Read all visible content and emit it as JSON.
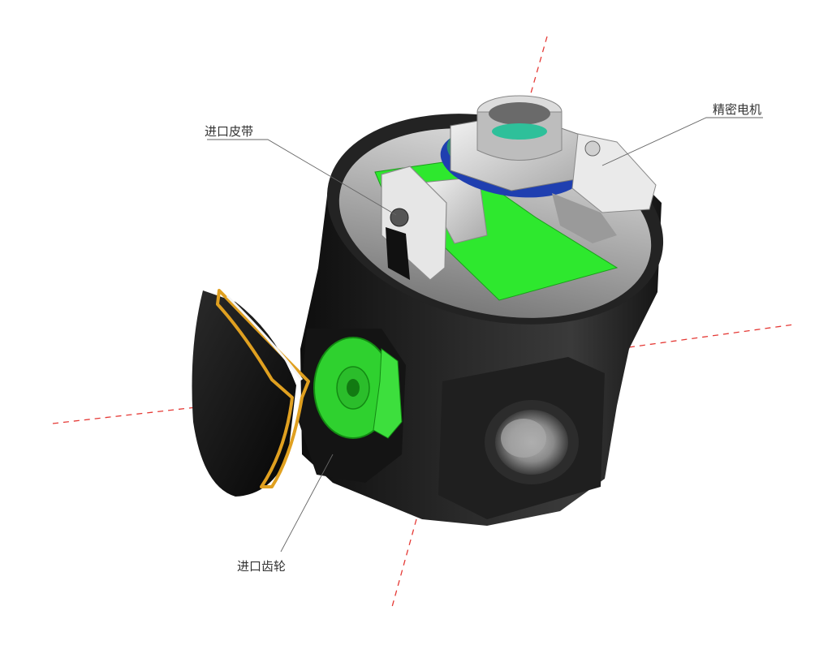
{
  "callouts": {
    "belt": "进口皮带",
    "motor": "精密电机",
    "gear": "进口齿轮"
  },
  "colors": {
    "axis": "#e53935",
    "housing": "#1b1b1b",
    "board": "#2ee82e",
    "gear": "#2fd12f",
    "gasket": "#e0a020",
    "metal": "#cfcfcf",
    "leader": "#666666"
  }
}
